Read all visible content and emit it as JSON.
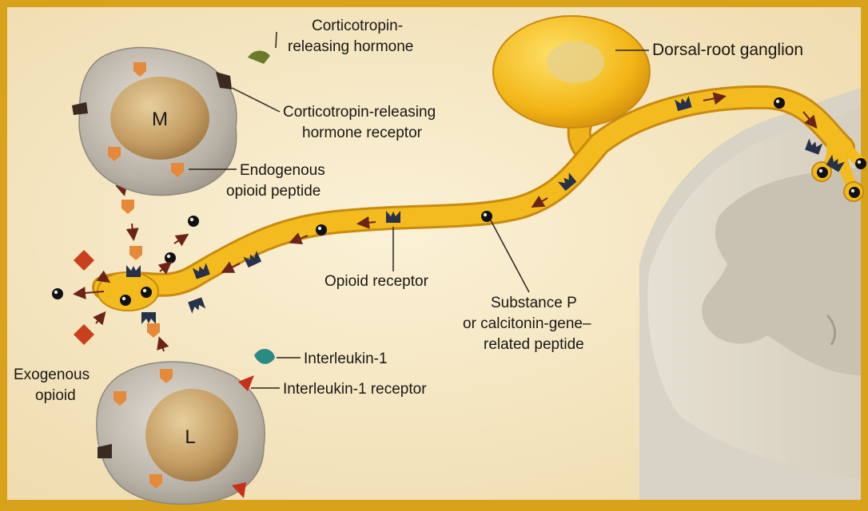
{
  "labels": {
    "crh_line1": "Corticotropin-",
    "crh_line2": "releasing hormone",
    "dorsal_root_ganglion": "Dorsal-root ganglion",
    "crh_receptor_line1": "Corticotropin-releasing",
    "crh_receptor_line2": "hormone receptor",
    "endogenous_line1": "Endogenous",
    "endogenous_line2": "opioid peptide",
    "opioid_receptor": "Opioid receptor",
    "substance_p_line1": "Substance P",
    "substance_p_line2": "or calcitonin-gene–",
    "substance_p_line3": "related peptide",
    "interleukin_1": "Interleukin-1",
    "interleukin_1_receptor": "Interleukin-1 receptor",
    "exogenous_line1": "Exogenous",
    "exogenous_line2": "opioid"
  },
  "cells": {
    "macrophage_letter": "M",
    "lymphocyte_letter": "L"
  },
  "colors": {
    "frame": "#d9a21b",
    "background": "#f4e6c2",
    "nerve": "#f0b418",
    "nerve_edge": "#c98a10",
    "cell_body": "#bdb6aa",
    "nucleus": "#c7a36d",
    "peptide": "#e48a3a",
    "exogenous_opioid": "#c8401e",
    "receptor": "#27324a",
    "interleukin": "#2a8a86",
    "crh": "#6a7a2a"
  }
}
